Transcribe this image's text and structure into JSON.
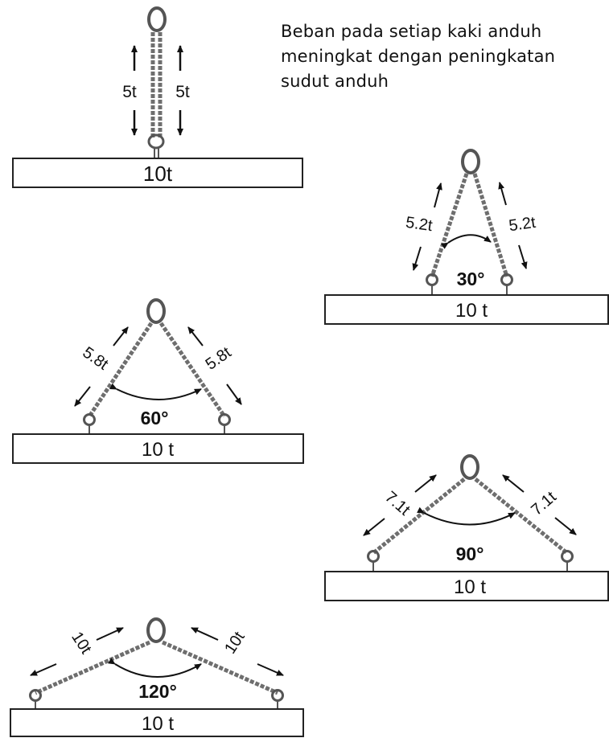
{
  "caption": {
    "line1": "Beban pada setiap kaki anduh",
    "line2": "meningkat dengan peningkatan",
    "line3": "sudut anduh"
  },
  "diagrams": [
    {
      "id": "vertical",
      "angle": "",
      "load": "10t",
      "leg_left": "5t",
      "leg_right": "5t"
    },
    {
      "id": "30deg",
      "angle": "30°",
      "load": "10 t",
      "leg_left": "5.2t",
      "leg_right": "5.2t"
    },
    {
      "id": "60deg",
      "angle": "60°",
      "load": "10 t",
      "leg_left": "5.8t",
      "leg_right": "5.8t"
    },
    {
      "id": "90deg",
      "angle": "90°",
      "load": "10 t",
      "leg_left": "7.1t",
      "leg_right": "7.1t"
    },
    {
      "id": "120deg",
      "angle": "120°",
      "load": "10 t",
      "leg_left": "10t",
      "leg_right": "10t"
    }
  ],
  "colors": {
    "chain": "#6e6e6e",
    "ink": "#111111",
    "box": "#222222"
  }
}
